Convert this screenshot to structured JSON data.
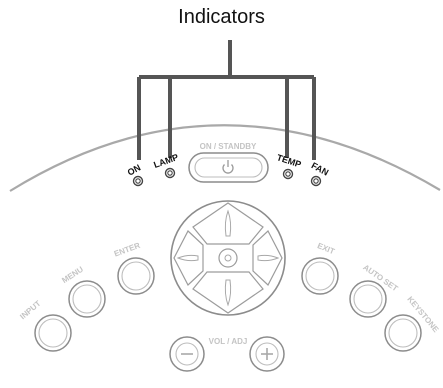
{
  "callout": {
    "title": "Indicators"
  },
  "indicators": [
    {
      "key": "on",
      "label": "ON"
    },
    {
      "key": "lamp",
      "label": "LAMP"
    },
    {
      "key": "temp",
      "label": "TEMP"
    },
    {
      "key": "fan",
      "label": "FAN"
    }
  ],
  "power_button": {
    "label": "ON / STANDBY",
    "icon": "power-icon"
  },
  "buttons": {
    "input": "INPUT",
    "menu": "MENU",
    "enter": "ENTER",
    "exit": "EXIT",
    "auto_set": "AUTO SET",
    "keystone": "KEYSTONE",
    "vol_adj": "VOL / ADJ",
    "vol_minus_icon": "minus-icon",
    "vol_plus_icon": "plus-icon"
  },
  "dpad": {
    "icons": [
      "up-arrow-icon",
      "down-arrow-icon",
      "left-arrow-icon",
      "right-arrow-icon",
      "center-dot-icon"
    ]
  }
}
